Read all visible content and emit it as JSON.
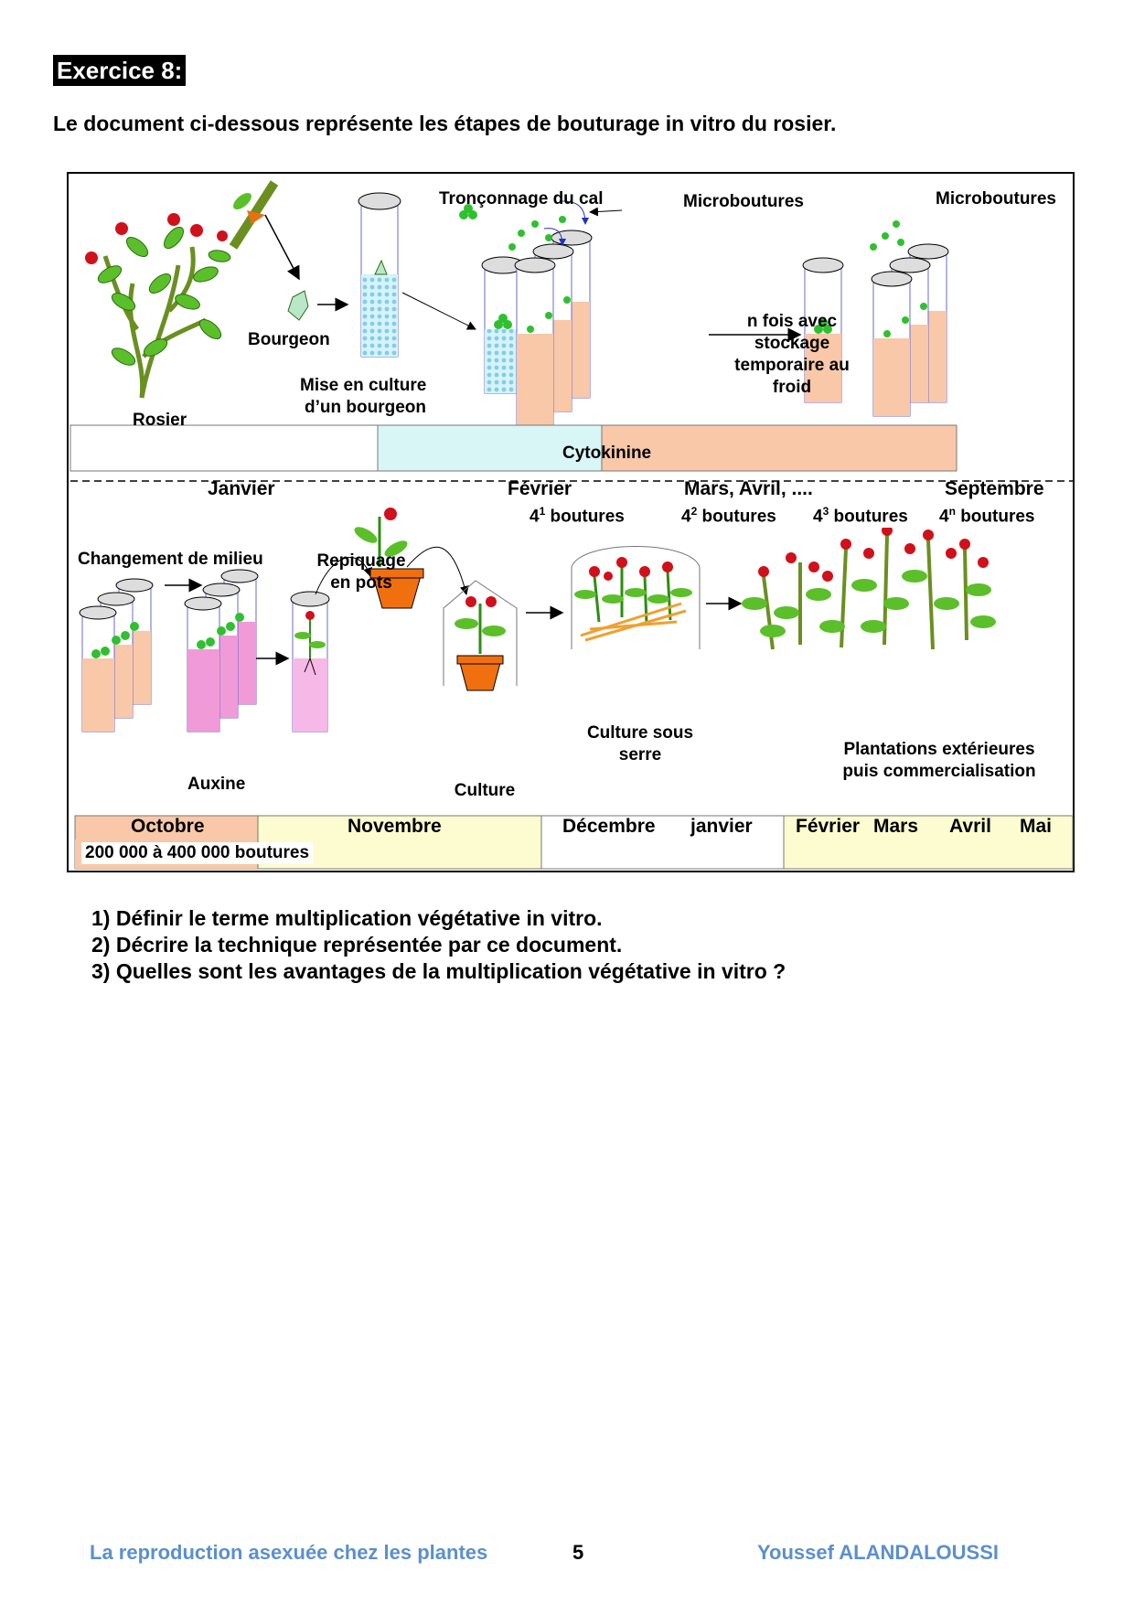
{
  "exercise_title": "Exercice 8:",
  "intro": "Le document ci-dessous représente les étapes de bouturage in vitro du rosier.",
  "figure": {
    "top_labels": {
      "rosier": "Rosier",
      "bourgeon": "Bourgeon",
      "mise_en_culture_1": "Mise en culture",
      "mise_en_culture_2": "d’un bourgeon",
      "tronconnage": "Tronçonnage du cal",
      "microboutures_1": "Microboutures",
      "microboutures_2": "Microboutures",
      "cytokinine": "Cytokinine",
      "n_fois_1": "n fois avec",
      "n_fois_2": "stockage",
      "n_fois_3": "temporaire au",
      "n_fois_4": "froid"
    },
    "timeline_top": {
      "janvier": "Janvier",
      "fevrier": "Février",
      "mars_avril": "Mars, Avril, ....",
      "septembre": "Septembre",
      "counts": [
        {
          "base": "4",
          "exp": "1",
          "text": " boutures"
        },
        {
          "base": "4",
          "exp": "2",
          "text": " boutures"
        },
        {
          "base": "4",
          "exp": "3",
          "text": " boutures"
        },
        {
          "base": "4",
          "exp": "n",
          "text": " boutures"
        }
      ]
    },
    "bottom_labels": {
      "changement": "Changement de milieu",
      "repiquage_1": "Repiquage",
      "repiquage_2": "en pots",
      "auxine": "Auxine",
      "culture": "Culture",
      "culture_serre_1": "Culture sous",
      "culture_serre_2": "serre",
      "plantations_1": "Plantations extérieures",
      "plantations_2": "puis commercialisation"
    },
    "timeline_bottom": {
      "octobre": "Octobre",
      "novembre": "Novembre",
      "decembre": "Décembre",
      "janvier": "janvier",
      "fevrier": "Février",
      "mars": "Mars",
      "avril": "Avril",
      "mai": "Mai",
      "count": "200 000 à 400 000 boutures"
    },
    "colors": {
      "leaf": "#5bbf2a",
      "flower": "#d0101a",
      "medium_cytokinine": "#f8c8a8",
      "medium_auxine": "#f09ad8",
      "pot": "#f07010",
      "initial_medium": "#a8e0f0"
    }
  },
  "questions": [
    "1)  Définir le terme multiplication végétative in vitro.",
    "2)  Décrire la technique représentée par ce document.",
    "3)  Quelles sont les avantages de la multiplication végétative in vitro ?"
  ],
  "footer": {
    "chapter": "La reproduction asexuée chez les plantes",
    "page": "5",
    "author": "Youssef ALANDALOUSSI"
  }
}
